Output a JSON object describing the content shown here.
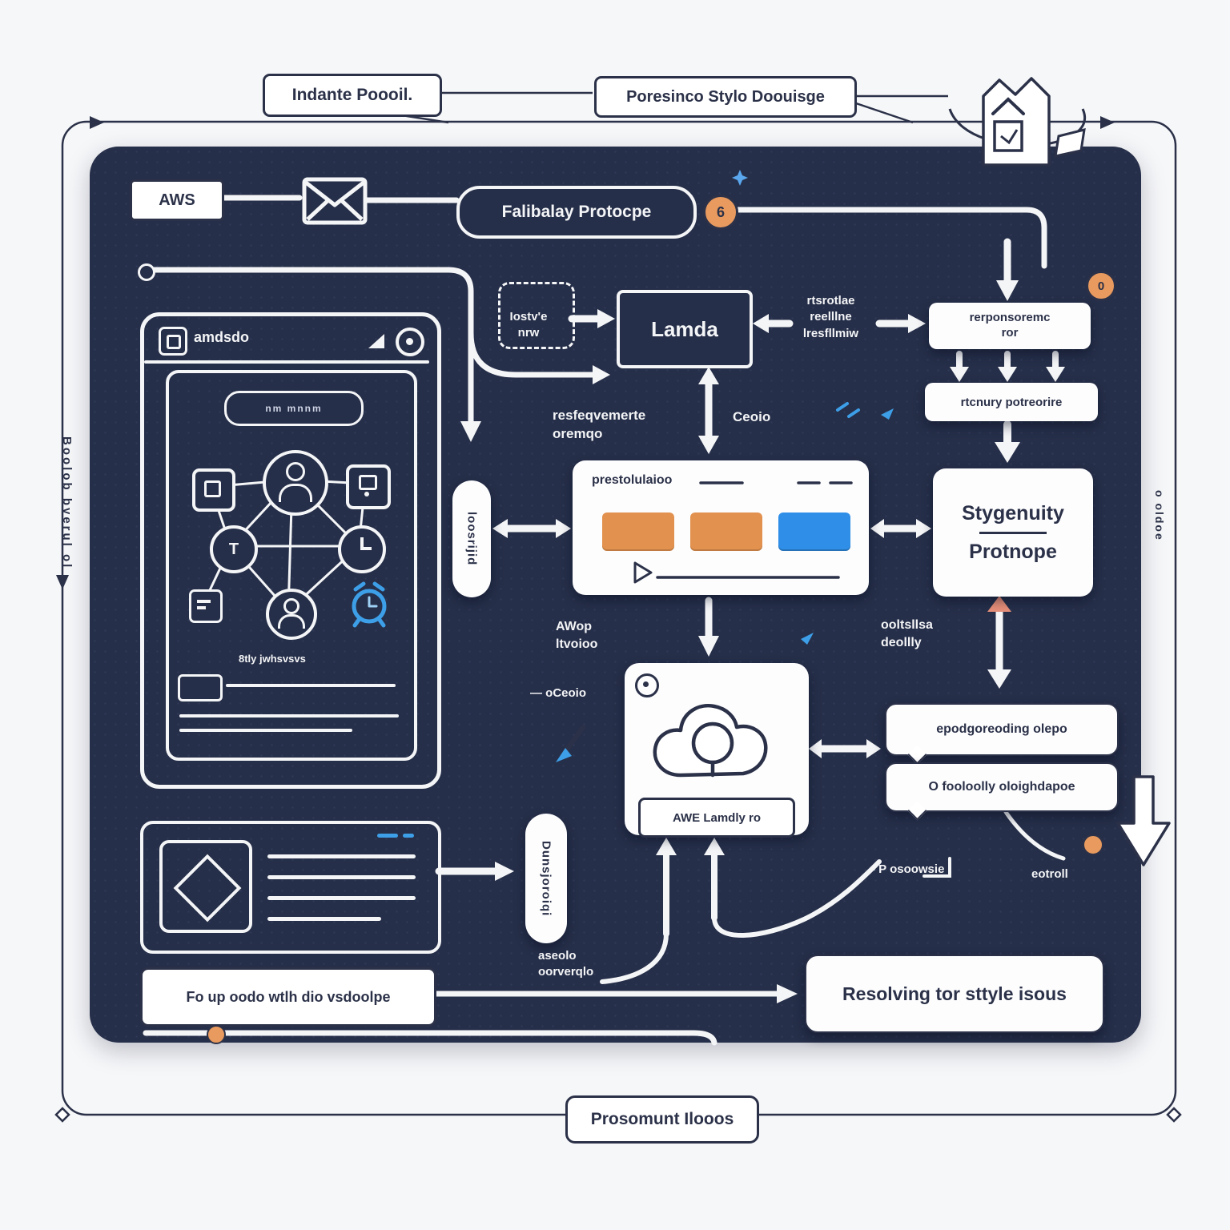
{
  "outer": {
    "top_left_label": "Indante Poooil.",
    "top_center_label": "Poresinco Stylo Doouisge",
    "bottom_label": "Prosomunt Ilooos",
    "left_vertical_label": "Boolob bverul ol",
    "right_vertical_label": "o oldoe"
  },
  "badges": {
    "top_pill_count": "6",
    "right_count": "0"
  },
  "top_row": {
    "aws_label": "AWS",
    "fallback_pill_label": "Falibalay Protocpe"
  },
  "lambda": {
    "box_label": "Lamda",
    "dashed_note": "Iostv'e\nnrw",
    "right_note": "rtsrotlae\nreelllne\nlresfllmiw"
  },
  "right_column": {
    "responsive_box": "rerponsoremc\nror",
    "memory_box": "rtcnury potreorire",
    "stygenuity_line1": "Stygenuity",
    "stygenuity_line2": "Protnope",
    "bubble_note": "ooltsllsa\ndeollly",
    "bubble1": "epodgoreoding olepo",
    "bubble2": "O fooloolly oloighdapoe",
    "bubble_footnote": "- P osoowsie",
    "bubble_footnote2": "eotroll"
  },
  "card": {
    "label": "prestolulaioo",
    "above_note": "resfeqvemerte\noremqo",
    "above_note_right": "Ceoio"
  },
  "pills": {
    "left_vertical": "loosrijid",
    "right_vertical": "Dunsjoroiqi"
  },
  "cloud": {
    "label_box": "AWE Lamdly ro",
    "left_note1": "AWop\nltvoioo",
    "left_note2": "— oCeoio",
    "bottom_note": "aseolo\noorverqlo"
  },
  "phone": {
    "title": "amdsdo",
    "top_pill": "nm mnnm",
    "network_node_t": "T",
    "caption": "8tly jwhsvsvs"
  },
  "bottom": {
    "doc_box_label": "Fo up oodo wtlh dio vsdoolpe",
    "resolve_box_label": "Resolving tor sttyle isous"
  },
  "colors": {
    "panel": "#262f49",
    "accent_orange": "#e2914e",
    "accent_blue": "#2f8fe8",
    "ink": "#2b3148"
  }
}
